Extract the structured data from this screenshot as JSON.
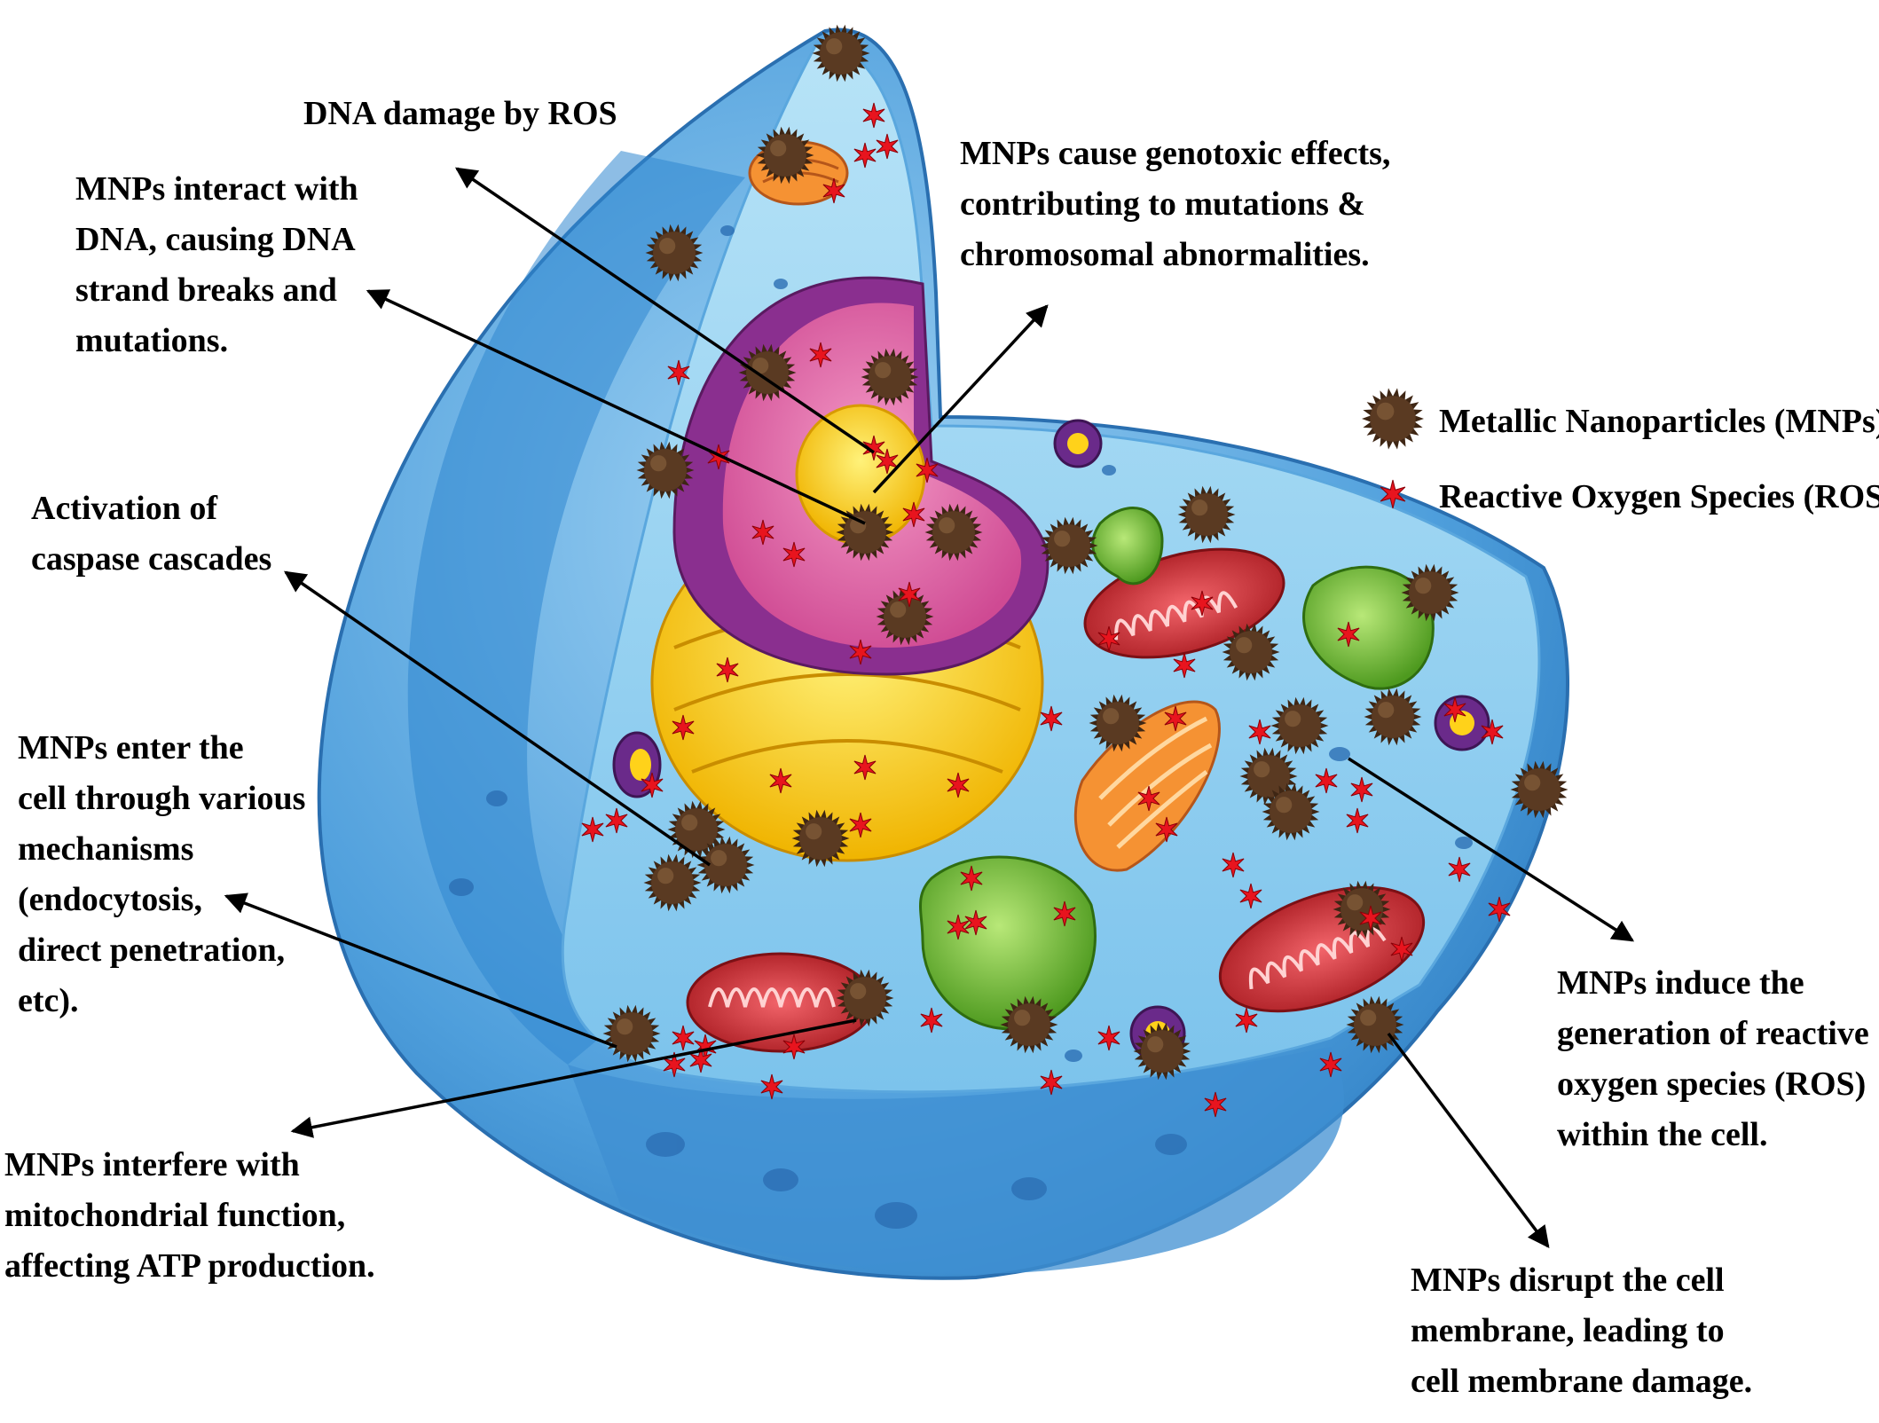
{
  "annotations": [
    {
      "id": "dna-damage",
      "lines": [
        "DNA damage by ROS"
      ]
    },
    {
      "id": "dna-interact",
      "lines": [
        "MNPs interact with",
        "DNA, causing DNA",
        "strand breaks and",
        "mutations."
      ]
    },
    {
      "id": "genotoxic",
      "lines": [
        "MNPs cause genotoxic effects,",
        "contributing to mutations &",
        "chromosomal abnormalities."
      ]
    },
    {
      "id": "caspase",
      "lines": [
        "Activation of",
        "caspase cascades"
      ]
    },
    {
      "id": "enter",
      "lines": [
        "MNPs enter the",
        "cell through various",
        "mechanisms",
        "(endocytosis,",
        "direct penetration,",
        "etc)."
      ]
    },
    {
      "id": "mito",
      "lines": [
        "MNPs interfere with",
        "mitochondrial function,",
        "affecting ATP production."
      ]
    },
    {
      "id": "ros-gen",
      "lines": [
        "MNPs induce the",
        "generation of reactive",
        "oxygen species (ROS)",
        "within the cell."
      ]
    },
    {
      "id": "membrane",
      "lines": [
        "MNPs disrupt the cell",
        "membrane, leading to",
        "cell membrane damage."
      ]
    }
  ],
  "legend": [
    {
      "symbol": "nanoparticle",
      "label": "Metallic  Nanoparticles  (MNPs)"
    },
    {
      "symbol": "ros-star",
      "label": "Reactive Oxygen Species (ROS)"
    }
  ],
  "colors": {
    "cell_outer": "#6fb3e6",
    "cell_inner": "#9fd3f2",
    "nucleus_envelope": "#8a2f8f",
    "nucleoplasm": "#e46aa8",
    "nucleolus": "#ffe24a",
    "er_golgi_yellow": "#ffd21a",
    "mitochondria": "#d8292f",
    "vacuole": "#7dc23a",
    "golgi_orange": "#f59233",
    "nanoparticle": "#5a3a22",
    "ros": "#e8141e"
  }
}
